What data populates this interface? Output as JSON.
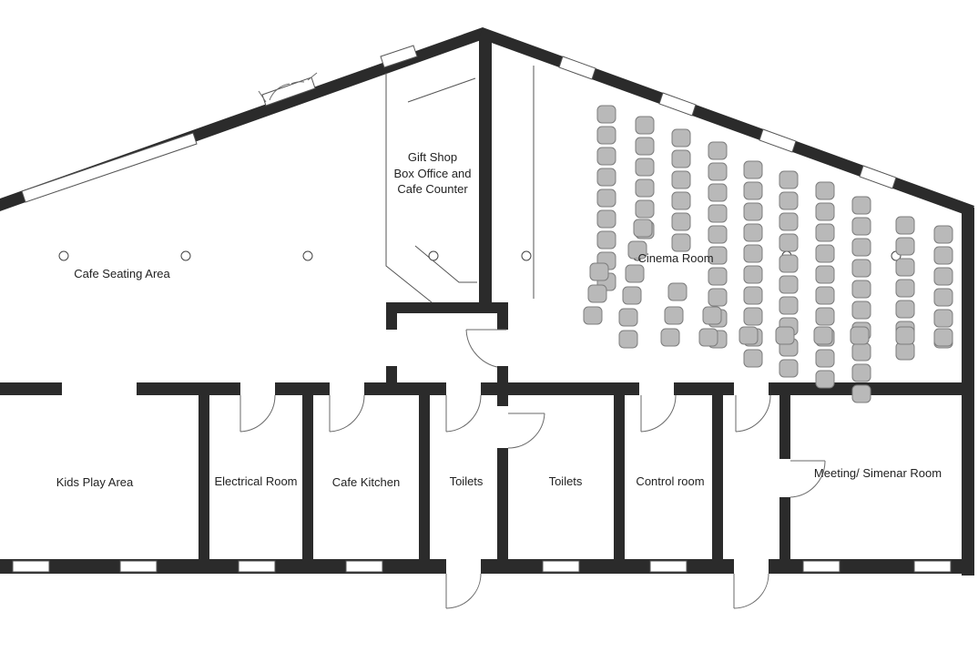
{
  "rooms": {
    "gift_shop_line1": "Gift Shop",
    "gift_shop_line2": "Box Office and",
    "gift_shop_line3": "Cafe Counter",
    "cafe_seating": "Cafe Seating Area",
    "cinema": "Cinema Room",
    "kids_play": "Kids Play Area",
    "electrical": "Electrical Room",
    "cafe_kitchen": "Cafe Kitchen",
    "toilets_1": "Toilets",
    "toilets_2": "Toilets",
    "control": "Control room",
    "meeting": "Meeting/ Simenar Room"
  },
  "colors": {
    "wall": "#2b2b2b",
    "seat": "#b9b9b9",
    "background": "#ffffff"
  }
}
